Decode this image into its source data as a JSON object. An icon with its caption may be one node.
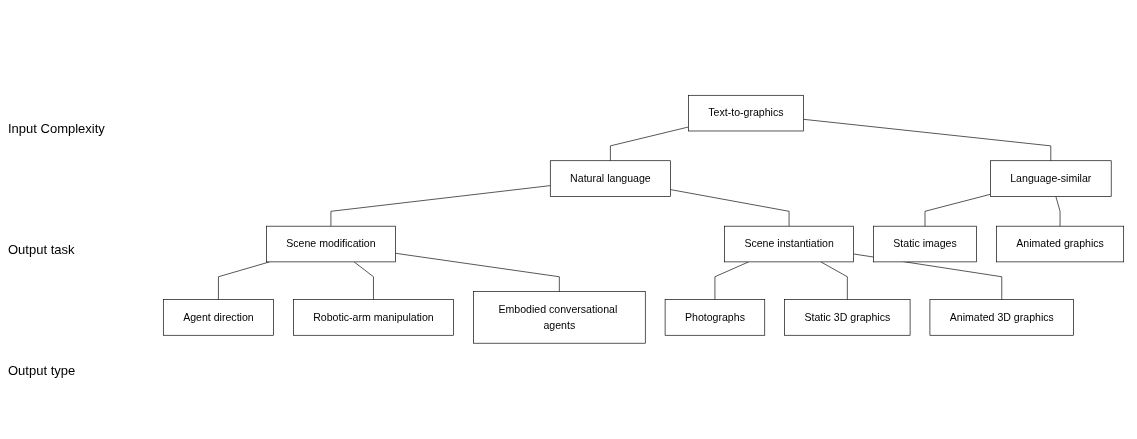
{
  "diagram": {
    "nodes": [
      {
        "text": [
          "Text-to-graphics"
        ]
      },
      {
        "text": [
          "Language-similar"
        ]
      },
      {
        "text": [
          "Natural language"
        ]
      },
      {
        "text": [
          "Scene modification"
        ]
      },
      {
        "text": [
          "Scene instantiation"
        ]
      },
      {
        "text": [
          "Static images"
        ]
      },
      {
        "text": [
          "Animated graphics"
        ]
      },
      {
        "text": [
          "Agent direction"
        ]
      },
      {
        "text": [
          "Robotic-arm manipulation"
        ]
      },
      {
        "text": [
          "Embodied conversational agents"
        ]
      },
      {
        "text": [
          "Photographs"
        ]
      },
      {
        "text": [
          "Static 3D graphics"
        ]
      },
      {
        "text": [
          "Animated 3D graphics"
        ]
      }
    ],
    "edges": [
      {
        "from": 0,
        "to": 1,
        "arrow": "none"
      },
      {
        "from": 0,
        "to": 2,
        "arrow": "none"
      },
      {
        "from": 2,
        "to": 3,
        "arrow": "none"
      },
      {
        "from": 2,
        "to": 4,
        "arrow": "none"
      },
      {
        "from": 1,
        "to": 5,
        "arrow": "none"
      },
      {
        "from": 1,
        "to": 6,
        "arrow": "none"
      },
      {
        "from": 3,
        "to": 7,
        "arrow": "none"
      },
      {
        "from": 3,
        "to": 8,
        "arrow": "none"
      },
      {
        "from": 3,
        "to": 9,
        "arrow": "none"
      },
      {
        "from": 4,
        "to": 10,
        "arrow": "none"
      },
      {
        "from": 4,
        "to": 11,
        "arrow": "none"
      },
      {
        "from": 4,
        "to": 12,
        "arrow": "none"
      }
    ],
    "labels": [
      "Input Complexity",
      "Output task",
      "Output type"
    ]
  }
}
